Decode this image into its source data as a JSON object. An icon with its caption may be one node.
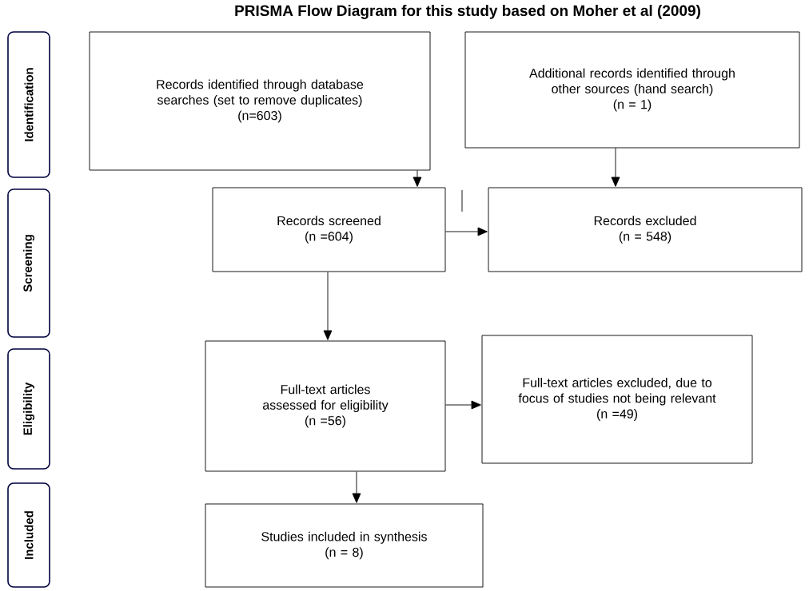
{
  "diagram": {
    "title": "PRISMA Flow Diagram for this study based on Moher et al (2009)",
    "nodes": [
      {
        "text": [
          "Identification"
        ]
      },
      {
        "text": [
          "Screening"
        ]
      },
      {
        "text": [
          "Eligibility"
        ]
      },
      {
        "text": [
          "Included"
        ]
      },
      {
        "text": [
          "Records identified through database searches (set to remove duplicates)",
          "(n=603)"
        ]
      },
      {
        "text": [
          "Additional records identified through other sources (hand search)",
          "(n = 1)"
        ]
      },
      {
        "text": [
          "Records screened",
          "(n =604)"
        ]
      },
      {
        "text": [
          "Records excluded",
          "(n = 548)"
        ]
      },
      {
        "text": [
          "Full-text articles assessed for eligibility",
          "(n =56)"
        ]
      },
      {
        "text": [
          "Full-text articles excluded, due to focus of studies not being relevant",
          "(n =49)"
        ]
      },
      {
        "text": [
          "Studies included in synthesis",
          "(n = 8)"
        ]
      }
    ],
    "edges": [
      {
        "from": 4,
        "to": 6,
        "arrow": "to"
      },
      {
        "from": 5,
        "to": 7,
        "arrow": "to"
      },
      {
        "from": 6,
        "to": 7,
        "arrow": "to"
      },
      {
        "from": 6,
        "to": 8,
        "arrow": "to"
      },
      {
        "from": 8,
        "to": 9,
        "arrow": "to"
      },
      {
        "from": 8,
        "to": 10,
        "arrow": "to"
      }
    ]
  }
}
